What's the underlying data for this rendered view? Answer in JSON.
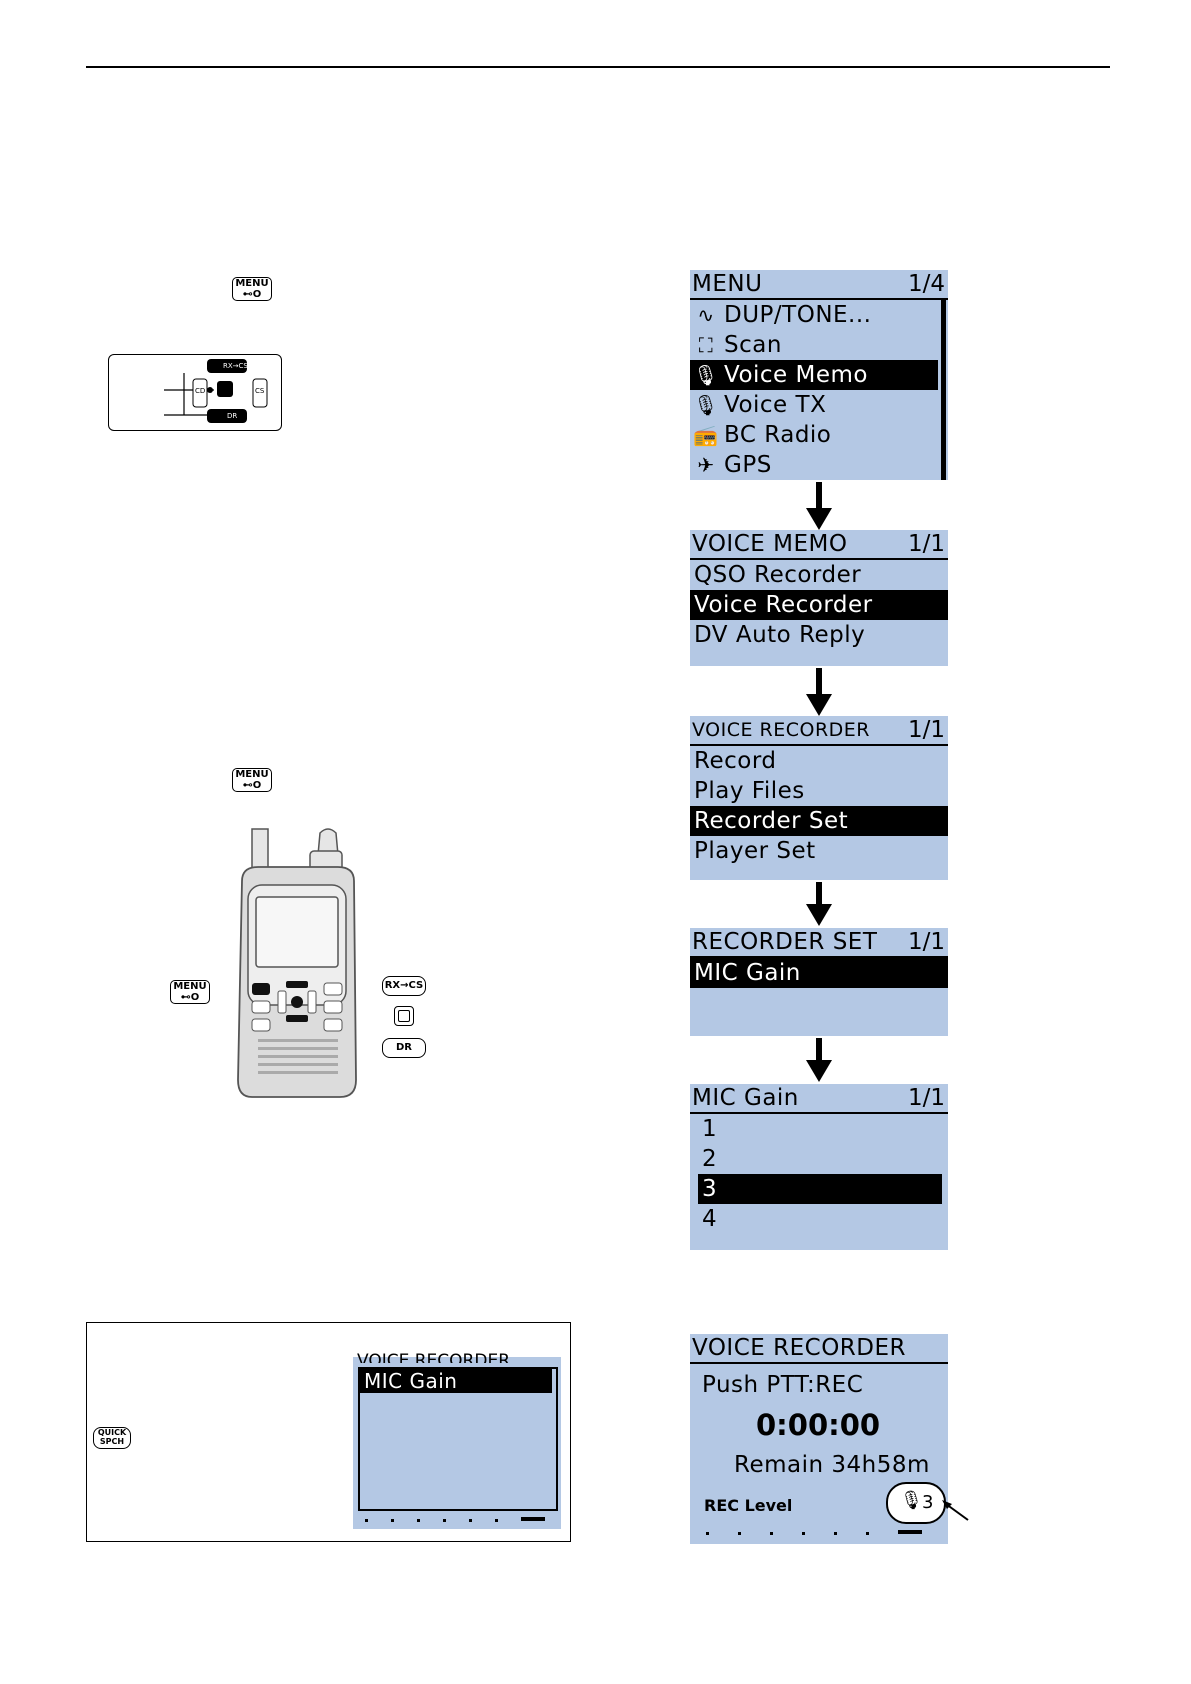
{
  "keys": {
    "menu": "MENU",
    "menu_sub": "⊷O",
    "rxcs": "RX→CS",
    "cs": "CS",
    "dr": "DR",
    "cd": "CD",
    "quick_line1": "QUICK",
    "quick_line2": "SPCH"
  },
  "screens": {
    "menu": {
      "title": "MENU",
      "page": "1/4",
      "items": [
        {
          "icon": "∿",
          "label": "DUP/TONE..."
        },
        {
          "icon": "⛶",
          "label": "Scan"
        },
        {
          "icon": "🎙",
          "label": "Voice Memo"
        },
        {
          "icon": "🎙",
          "label": "Voice TX"
        },
        {
          "icon": "📻",
          "label": "BC Radio"
        },
        {
          "icon": "✈",
          "label": "GPS"
        }
      ],
      "selected_index": 2
    },
    "voice_memo": {
      "title": "VOICE MEMO",
      "page": "1/1",
      "items": [
        "QSO Recorder",
        "Voice Recorder",
        "DV Auto Reply"
      ],
      "selected_index": 1
    },
    "voice_recorder": {
      "title": "VOICE RECORDER",
      "page": "1/1",
      "items": [
        "Record",
        "Play Files",
        "Recorder Set",
        "Player Set"
      ],
      "selected_index": 2
    },
    "recorder_set": {
      "title": "RECORDER SET",
      "page": "1/1",
      "items": [
        "MIC Gain"
      ],
      "selected_index": 0
    },
    "mic_gain": {
      "title": "MIC Gain",
      "page": "1/1",
      "items": [
        "1",
        "2",
        "3",
        "4"
      ],
      "selected_index": 2
    },
    "recording": {
      "title": "VOICE RECORDER",
      "push": "Push PTT:REC",
      "time": "0:00:00",
      "remain": "Remain 34h58m",
      "rec_level": "REC Level",
      "gain_value": "3"
    },
    "note_screen": {
      "title_partial": "VOICE RECORDER",
      "item": "MIC Gain"
    }
  },
  "colors": {
    "lcd_background": "#b4c8e4",
    "selection": "#000000"
  }
}
